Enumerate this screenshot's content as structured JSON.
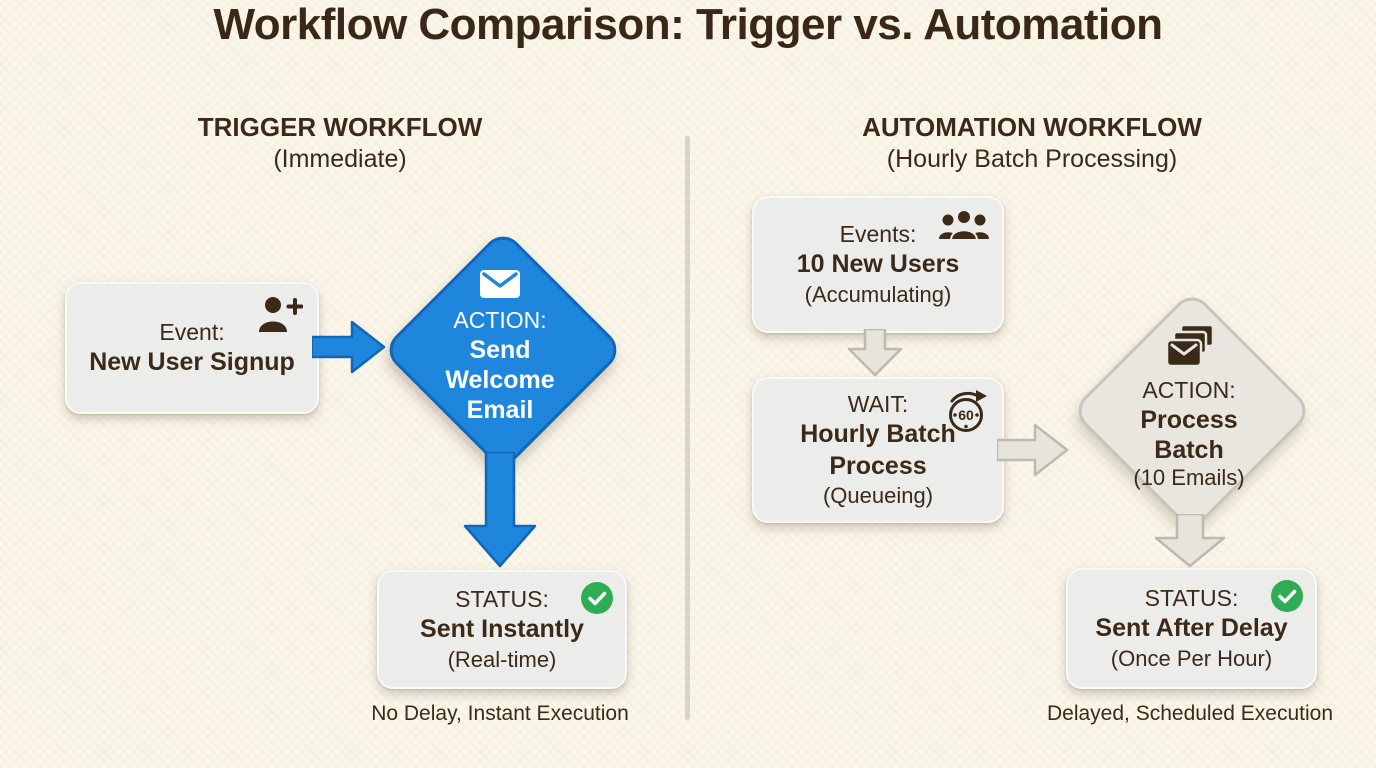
{
  "title": "Workflow Comparison: Trigger vs. Automation",
  "colors": {
    "background": "#faf6ea",
    "text_brown": "#3b2a1a",
    "accent_blue": "#1e86dd",
    "accent_blue_border": "#1266b8",
    "neutral_gray_fill": "#e9e6e0",
    "neutral_gray_border": "#c9c5b8",
    "success_green": "#2fad55"
  },
  "left": {
    "heading": "TRIGGER WORKFLOW",
    "subheading": "(Immediate)",
    "event_box": {
      "label": "Event:",
      "value": "New User Signup"
    },
    "action_diamond": {
      "label": "ACTION:",
      "value": "Send Welcome Email"
    },
    "status_box": {
      "label": "STATUS:",
      "value": "Sent Instantly",
      "note": "(Real-time)"
    },
    "caption": "No Delay, Instant Execution"
  },
  "right": {
    "heading": "AUTOMATION WORKFLOW",
    "subheading": "(Hourly Batch Processing)",
    "events_box": {
      "label": "Events:",
      "value": "10 New Users",
      "note": "(Accumulating)"
    },
    "wait_box": {
      "label": "WAIT:",
      "value": "Hourly Batch Process",
      "note": "(Queueing)",
      "timer_value": "60"
    },
    "action_diamond": {
      "label": "ACTION:",
      "value": "Process Batch",
      "note": "(10 Emails)"
    },
    "status_box": {
      "label": "STATUS:",
      "value": "Sent After Delay",
      "note": "(Once Per Hour)"
    },
    "caption": "Delayed, Scheduled Execution"
  }
}
